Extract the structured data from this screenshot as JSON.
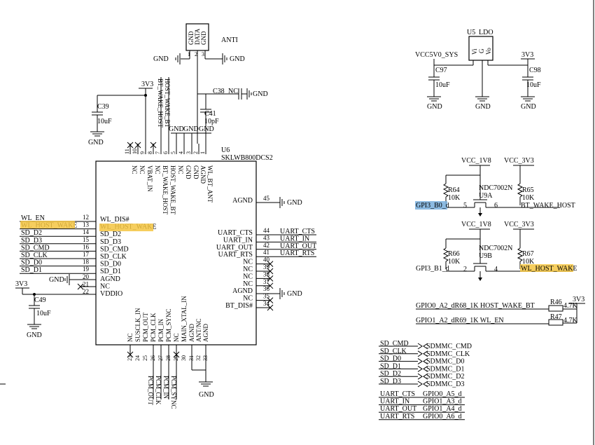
{
  "anti": {
    "pins": [
      "GND",
      "DATA",
      "GND"
    ],
    "pin_numbers": [
      "1",
      "2",
      "3"
    ],
    "label": "ANTI",
    "gnd_left": "GND",
    "gnd_right": "GND"
  },
  "power": {
    "v3v3_top": "3V3",
    "v3v3_left": "3V3"
  },
  "caps": {
    "c39": {
      "ref": "C39",
      "val": "10uF",
      "gnd": "GND"
    },
    "c38": {
      "ref": "C38",
      "val": "NC",
      "gnd": "GND"
    },
    "c41": {
      "ref": "C41",
      "val": "10pF"
    },
    "c49": {
      "ref": "C49",
      "val": "10uF",
      "gnd": "GND"
    }
  },
  "u6": {
    "ref": "U6",
    "part": "SKLWB800DCS2",
    "top_nets": [
      "HOST_WAKE_BT",
      "BT_WAKE_HOST"
    ],
    "top_gnds": [
      "GND",
      "GND",
      "GND"
    ],
    "top_pins": [
      {
        "num": "11",
        "name": "NC"
      },
      {
        "num": "10",
        "name": "NC"
      },
      {
        "num": "9",
        "name": "VBAT_IN"
      },
      {
        "num": "8",
        "name": "NC"
      },
      {
        "num": "7",
        "name": "BT_WAKE_HOST"
      },
      {
        "num": "6",
        "name": "HOST_WAKE_BT"
      },
      {
        "num": "5",
        "name": "NC"
      },
      {
        "num": "4",
        "name": "GND"
      },
      {
        "num": "3",
        "name": "GND"
      },
      {
        "num": "2",
        "name": "AGND"
      },
      {
        "num": "1",
        "name": "WL_BT_ANT"
      }
    ],
    "left_pins": [
      {
        "num": "12",
        "name": "WL_DIS#",
        "net": "WL_EN"
      },
      {
        "num": "13",
        "name": "WL_HOST_WAKE",
        "net": "WL_HOST_WAKE"
      },
      {
        "num": "14",
        "name": "SD_D2",
        "net": "SD_D2"
      },
      {
        "num": "15",
        "name": "SD_D3",
        "net": "SD_D3"
      },
      {
        "num": "16",
        "name": "SD_CMD",
        "net": "SD_CMD"
      },
      {
        "num": "17",
        "name": "SD_CLK",
        "net": "SD_CLK"
      },
      {
        "num": "18",
        "name": "SD_D0",
        "net": "SD_D0"
      },
      {
        "num": "19",
        "name": "SD_D1",
        "net": "SD_D1"
      },
      {
        "num": "20",
        "name": "AGND",
        "net": "GND"
      },
      {
        "num": "21",
        "name": "NC",
        "net": ""
      },
      {
        "num": "22",
        "name": "VDDIO",
        "net": ""
      }
    ],
    "right_pins": [
      {
        "num": "45",
        "name": "AGND",
        "net": "GND"
      },
      {
        "num": "44",
        "name": "UART_CTS",
        "net": "UART_CTS"
      },
      {
        "num": "43",
        "name": "UART_IN",
        "net": "UART_IN"
      },
      {
        "num": "42",
        "name": "UART_OUT",
        "net": "UART_OUT"
      },
      {
        "num": "41",
        "name": "UART_RTS",
        "net": "UART_RTS"
      },
      {
        "num": "40",
        "name": "NC",
        "net": ""
      },
      {
        "num": "39",
        "name": "NC",
        "net": ""
      },
      {
        "num": "38",
        "name": "NC",
        "net": ""
      },
      {
        "num": "37",
        "name": "NC",
        "net": ""
      },
      {
        "num": "36",
        "name": "AGND",
        "net": "GND"
      },
      {
        "num": "35",
        "name": "NC",
        "net": ""
      },
      {
        "num": "34",
        "name": "BT_DIS#",
        "net": ""
      }
    ],
    "bottom_pins": [
      {
        "num": "23",
        "name": "NC"
      },
      {
        "num": "24",
        "name": "SUSCLK_IN"
      },
      {
        "num": "25",
        "name": "PCM_OUT"
      },
      {
        "num": "26",
        "name": "PCM_CLK"
      },
      {
        "num": "27",
        "name": "PCM_IN"
      },
      {
        "num": "28",
        "name": "PCM_SYNC"
      },
      {
        "num": "29",
        "name": "NC"
      },
      {
        "num": "30",
        "name": "MAIN_XTAL_IN"
      },
      {
        "num": "31",
        "name": "AGND"
      },
      {
        "num": "32",
        "name": "ANT/NC"
      },
      {
        "num": "33",
        "name": "AGND"
      }
    ],
    "bottom_nets": [
      "PCM_OUT",
      "PCM_CLK",
      "PCM_IN",
      "PCM_SYNC"
    ],
    "bottom_gnd": "GND"
  },
  "ldo": {
    "ref": "U5",
    "part": "LDO",
    "pins": [
      "Vi",
      "G",
      "Vo"
    ],
    "vin": "VCC5V0_SYS",
    "vout": "3V3",
    "c97": {
      "ref": "C97",
      "val": "10uF"
    },
    "c98": {
      "ref": "C98",
      "val": "10uF"
    },
    "gnds": [
      "GND",
      "GND",
      "GND"
    ]
  },
  "shifter_a": {
    "vcc_left": "VCC_1V8",
    "vcc_right": "VCC_3V3",
    "part": "NDC7002N",
    "ref": "U9A",
    "r_left": {
      "ref": "R64",
      "val": "10K"
    },
    "r_right": {
      "ref": "R65",
      "val": "10K"
    },
    "pin_s": "5",
    "pin_d": "6",
    "in_net": "GPI3_B0_d",
    "out_net": "BT_WAKE_HOST"
  },
  "shifter_b": {
    "vcc_left": "VCC_1V8",
    "vcc_right": "VCC_3V3",
    "part": "NDC7002N",
    "ref": "U9B",
    "r_left": {
      "ref": "R66",
      "val": "10K"
    },
    "r_right": {
      "ref": "R67",
      "val": "10K"
    },
    "pin_s": "2",
    "pin_d": "4",
    "in_net": "GPI3_B1_d",
    "out_net": "WL_HOST_WAKE"
  },
  "series_res": {
    "row1": {
      "net": "GPIO0_A2_dR68_1K HOST_WAKE_BT",
      "ref": "R46",
      "val": "4.7K"
    },
    "row2": {
      "net": "GPIO1_A2_dR69_1K WL_EN",
      "ref": "R47",
      "val": "4.7K"
    },
    "vcc": "3V3"
  },
  "sdmmc": [
    {
      "left": "SD_CMD",
      "right": "SDMMC_CMD"
    },
    {
      "left": "SD_CLK",
      "right": "SDMMC_CLK"
    },
    {
      "left": "SD_D0",
      "right": "SDMMC_D0"
    },
    {
      "left": "SD_D1",
      "right": "SDMMC_D1"
    },
    {
      "left": "SD_D2",
      "right": "SDMMC_D2"
    },
    {
      "left": "SD_D3",
      "right": "SDMMC_D3"
    }
  ],
  "uart": [
    {
      "left": "UART_CTS",
      "right": "GPIO0_A5_d"
    },
    {
      "left": "UART_IN",
      "right": "GPIO1_A3_d"
    },
    {
      "left": "UART_OUT",
      "right": "GPIO1_A4_d"
    },
    {
      "left": "UART_RTS",
      "right": "GPIO0_A6_d"
    }
  ]
}
